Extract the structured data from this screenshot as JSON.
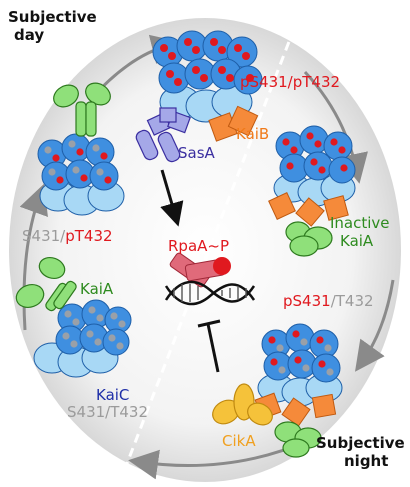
{
  "labels": {
    "subjective_day": [
      "Subjective",
      "day"
    ],
    "subjective_night": [
      "Subjective",
      "night"
    ],
    "top_right_state": "pS431/pT432",
    "right_state_p": "pS431",
    "right_state_rest": "/T432",
    "left_state_s": "S431/",
    "left_state_p": "pT432",
    "bottom_left_state": "S431/T432",
    "kaib": "KaiB",
    "sasa": "SasA",
    "inactive_kaia": [
      "Inactive",
      "KaiA"
    ],
    "rpaa": "RpaA~P",
    "kaia": "KaiA",
    "kaic": "KaiC",
    "cika": "CikA"
  },
  "colors": {
    "kaic_blue": "#3f8fe0",
    "kaic_light": "#a8d8f5",
    "phospho_red": "#e0191f",
    "kaia_green": "#8fe07a",
    "kaib_orange": "#f58a3a",
    "sasa_purple": "#a5a8e8",
    "cika_yellow": "#f5c23a",
    "rpaa_pink": "#e06a7a",
    "cycle_gray": "#8a8a8a"
  },
  "icons": [
    "cycle-arrow-icon",
    "dna-helix-icon",
    "inhibition-bar-icon",
    "activation-arrow-icon"
  ]
}
